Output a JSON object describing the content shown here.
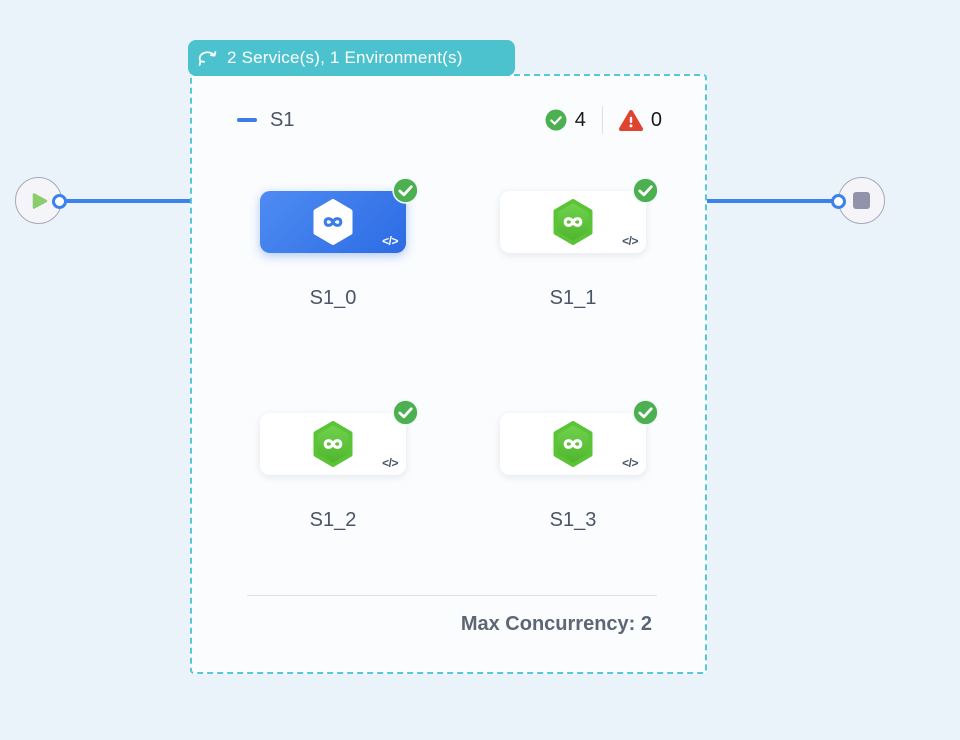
{
  "workflow": {
    "badge": {
      "label": "2 Service(s), 1 Environment(s)"
    },
    "group": {
      "title": "S1",
      "success_count": "4",
      "warning_count": "0",
      "footer": "Max Concurrency: 2"
    },
    "services": [
      {
        "name": "S1_0",
        "selected": true,
        "status": "success"
      },
      {
        "name": "S1_1",
        "selected": false,
        "status": "success"
      },
      {
        "name": "S1_2",
        "selected": false,
        "status": "success"
      },
      {
        "name": "S1_3",
        "selected": false,
        "status": "success"
      }
    ],
    "icons": {
      "code": "</>"
    },
    "colors": {
      "page_background": "#e9f3f9",
      "badge_teal": "#4cc2cf",
      "dashed_border": "#57c8d6",
      "accent_blue": "#3c82ef",
      "selected_card_blue": "#2c6be4",
      "service_green": "#5bc436",
      "success_green": "#4caf50",
      "error_red": "#df4430"
    }
  }
}
